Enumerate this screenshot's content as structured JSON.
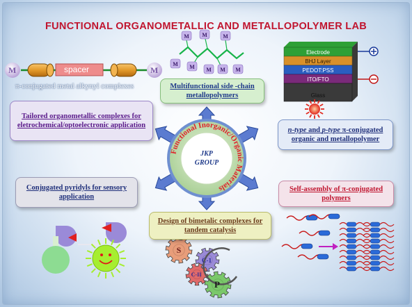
{
  "title": "FUNCTIONAL  ORGANOMETALLIC AND METALLOPOLYMER  LAB",
  "spacer": {
    "metal_left": "M",
    "metal_right": "M",
    "spacer_label": "spacer",
    "caption": "π-conjugated metal alkynyl complexes"
  },
  "metallopolymer_unit": "M",
  "device_layers": [
    "Electrode",
    "BHJ Layer",
    "PEDOT:PSS",
    "ITO/FTO",
    "Glass"
  ],
  "device_terminals": [
    "⊕",
    "⊖"
  ],
  "hub": {
    "ring_text": "Functional Inorganic/Organic Materials",
    "center_line1": "JKP",
    "center_line2": "GROUP"
  },
  "topics": {
    "metallopolymers": "Multifunctional side -chain metallopolymers",
    "organometallic": "Tailored organometallic complexes for eletrochemical/optoelectronic application",
    "ntype_pre1": "n-type",
    "ntype_mid": " and ",
    "ntype_pre2": "p-type",
    "ntype_rest": " π-conjugated organic and metallopolymer",
    "pyridyls": "Conjugated pyridyls for sensory application",
    "selfassembly": "Self-assembly of π-conjugated polymers",
    "catalysis": "Design of bimetalic complexes for tandem catalysis"
  },
  "gears": [
    "S",
    "C-1",
    "C-II",
    "P"
  ],
  "colors": {
    "title_red": "#c0152f",
    "hub_ring": "#b8d8a8",
    "hub_text_red": "#e0202a",
    "hub_center_blue": "#1f3a8a",
    "arrow_blue": "#4f6fc4"
  }
}
